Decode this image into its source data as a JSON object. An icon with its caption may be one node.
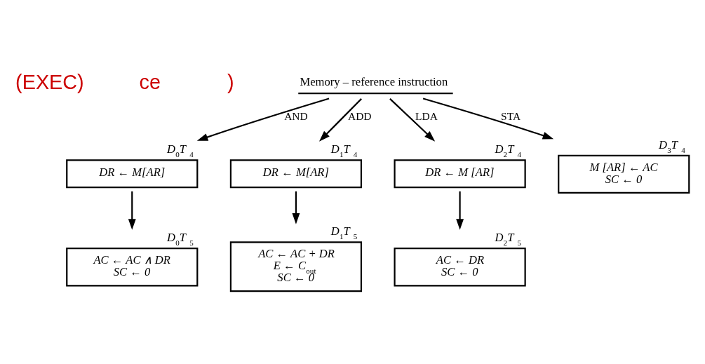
{
  "diagram": {
    "nodes": [
      {
        "text": [
          "Memory – reference instruction"
        ]
      },
      {
        "text": [
          "DR ← M[AR]"
        ],
        "beside": [
          "D$_{0}$T$_{4}$"
        ]
      },
      {
        "text": [
          "DR ← M[AR]"
        ],
        "beside": [
          "D$_{1}$T$_{4}$"
        ]
      },
      {
        "text": [
          "DR ← M [AR]"
        ],
        "beside": [
          "D$_{2}$T$_{4}$"
        ]
      },
      {
        "text": [
          "M [AR] ← AC",
          "SC ← 0"
        ],
        "beside": [
          "D$_{3}$T$_{4}$"
        ]
      },
      {
        "text": [
          "AC ← AC ∧ DR",
          "SC ← 0"
        ],
        "beside": [
          "D$_{0}$T$_{5}$"
        ]
      },
      {
        "text": [
          "AC ← AC + DR",
          "E ← C$_{out}$",
          "SC ← 0"
        ],
        "beside": [
          "D$_{1}$T$_{5}$"
        ]
      },
      {
        "text": [
          "AC ← DR",
          "SC ← 0"
        ],
        "beside": [
          "D$_{2}$T$_{5}$"
        ]
      }
    ],
    "edges": [
      {
        "from": 0,
        "to": 1,
        "arrow": "to",
        "label": "AND"
      },
      {
        "from": 0,
        "to": 2,
        "arrow": "to",
        "label": "ADD"
      },
      {
        "from": 0,
        "to": 3,
        "arrow": "to",
        "label": "LDA"
      },
      {
        "from": 0,
        "to": 4,
        "arrow": "to",
        "label": "STA"
      },
      {
        "from": 1,
        "to": 5,
        "arrow": "to"
      },
      {
        "from": 2,
        "to": 6,
        "arrow": "to"
      },
      {
        "from": 3,
        "to": 7,
        "arrow": "to"
      }
    ],
    "labels": [
      "(EXEC)",
      "ce",
      ")"
    ]
  }
}
